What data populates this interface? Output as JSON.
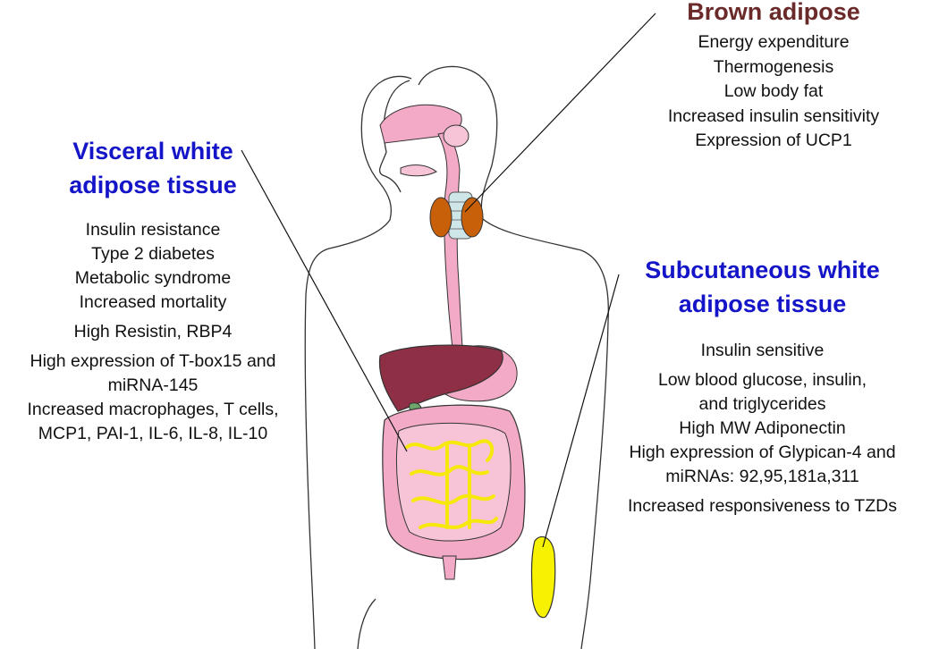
{
  "brown": {
    "heading": "Brown adipose",
    "items": [
      "Energy expenditure",
      "Thermogenesis",
      "Low body fat",
      "Increased insulin sensitivity",
      "Expression of UCP1"
    ],
    "color": "#6b2a2a"
  },
  "visceral": {
    "heading_line1": "Visceral white",
    "heading_line2": "adipose tissue",
    "items": [
      "Insulin resistance",
      "Type 2 diabetes",
      "Metabolic syndrome",
      "Increased mortality",
      "High Resistin, RBP4",
      "High expression of T-box15 and",
      "miRNA-145",
      "Increased macrophages, T cells,",
      "MCP1, PAI-1, IL-6, IL-8, IL-10"
    ],
    "color": "#1414c8"
  },
  "subcutaneous": {
    "heading_line1": "Subcutaneous white",
    "heading_line2": "adipose tissue",
    "items": [
      "Insulin sensitive",
      "Low blood glucose, insulin,",
      "and triglycerides",
      "High MW Adiponectin",
      "High expression of Glypican-4 and",
      "miRNAs: 92,95,181a,311",
      "Increased responsiveness to TZDs"
    ],
    "color": "#1414c8"
  },
  "colors": {
    "brown_fat": "#c8600a",
    "liver": "#8e2f45",
    "digestive_tract": "#f2aac6",
    "intestine_vessels": "#f5e80a",
    "subcutaneous_fat": "#f7f200"
  }
}
